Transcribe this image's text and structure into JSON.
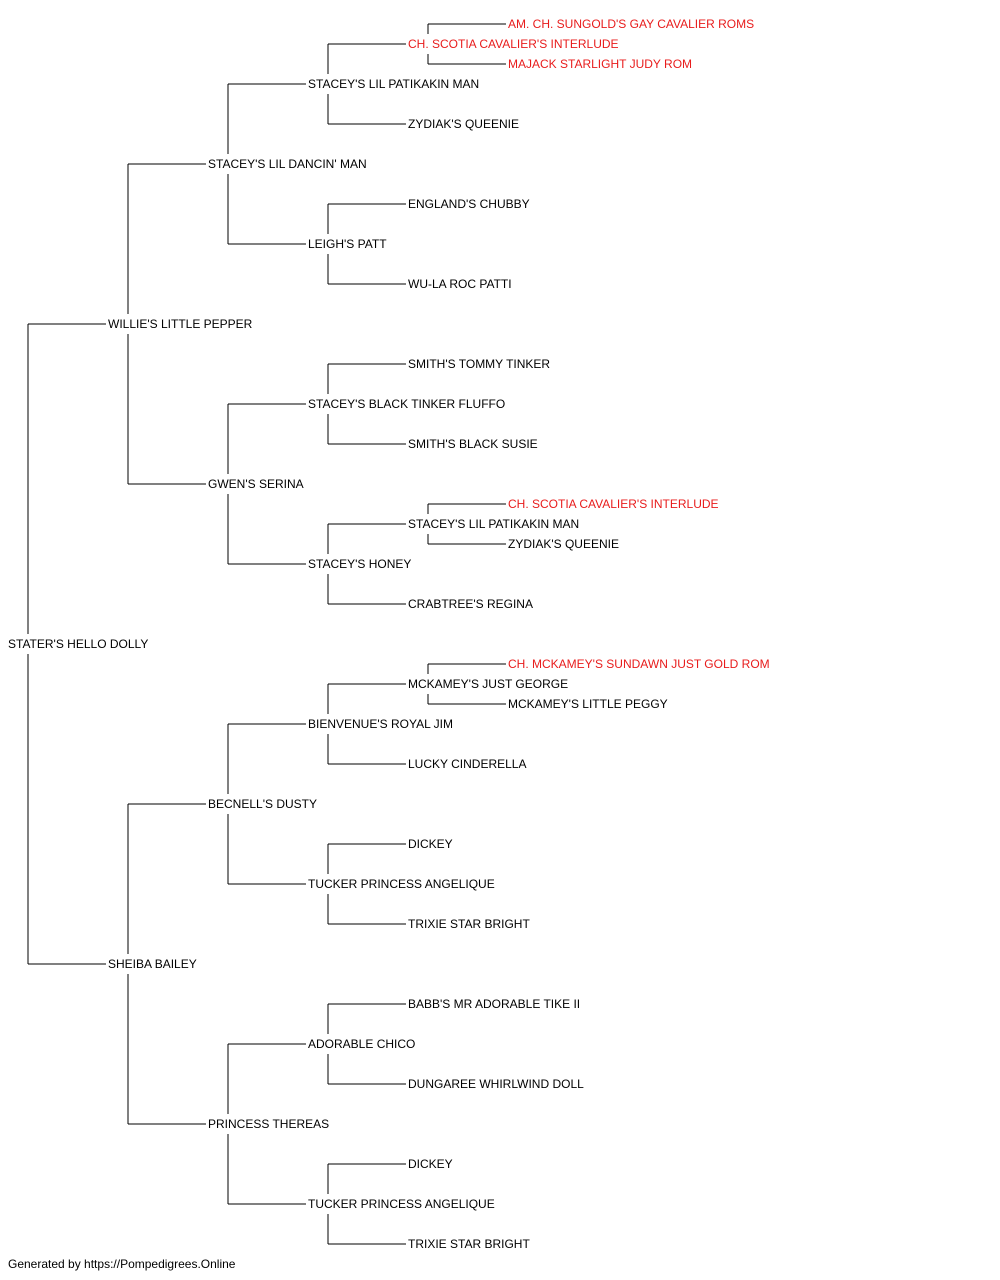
{
  "colors": {
    "champion": "#e81c1c",
    "text": "#000000",
    "line": "#000000"
  },
  "pedigree": {
    "name": "STATER'S HELLO DOLLY",
    "sire": {
      "name": "WILLIE'S LITTLE PEPPER",
      "sire": {
        "name": "STACEY'S LIL DANCIN' MAN",
        "sire": {
          "name": "STACEY'S LIL PATIKAKIN MAN",
          "sire": {
            "name": "CH. SCOTIA CAVALIER'S INTERLUDE",
            "champion": true,
            "sire": {
              "name": "AM. CH. SUNGOLD'S GAY CAVALIER ROMS",
              "champion": true
            },
            "dam": {
              "name": "MAJACK STARLIGHT JUDY ROM",
              "champion": true
            }
          },
          "dam": {
            "name": "ZYDIAK'S QUEENIE"
          }
        },
        "dam": {
          "name": "LEIGH'S PATT",
          "sire": {
            "name": "ENGLAND'S CHUBBY"
          },
          "dam": {
            "name": "WU-LA ROC PATTI"
          }
        }
      },
      "dam": {
        "name": "GWEN'S SERINA",
        "sire": {
          "name": "STACEY'S BLACK TINKER FLUFFO",
          "sire": {
            "name": "SMITH'S TOMMY TINKER"
          },
          "dam": {
            "name": "SMITH'S BLACK SUSIE"
          }
        },
        "dam": {
          "name": "STACEY'S HONEY",
          "sire": {
            "name": "STACEY'S LIL PATIKAKIN MAN",
            "sire": {
              "name": "CH. SCOTIA CAVALIER'S INTERLUDE",
              "champion": true
            },
            "dam": {
              "name": "ZYDIAK'S QUEENIE"
            }
          },
          "dam": {
            "name": "CRABTREE'S REGINA"
          }
        }
      }
    },
    "dam": {
      "name": "SHEIBA BAILEY",
      "sire": {
        "name": "BECNELL'S DUSTY",
        "sire": {
          "name": "BIENVENUE'S ROYAL JIM",
          "sire": {
            "name": "MCKAMEY'S JUST GEORGE",
            "sire": {
              "name": "CH. MCKAMEY'S SUNDAWN JUST GOLD ROM",
              "champion": true
            },
            "dam": {
              "name": "MCKAMEY'S LITTLE PEGGY"
            }
          },
          "dam": {
            "name": "LUCKY CINDERELLA"
          }
        },
        "dam": {
          "name": "TUCKER PRINCESS ANGELIQUE",
          "sire": {
            "name": "DICKEY"
          },
          "dam": {
            "name": "TRIXIE STAR BRIGHT"
          }
        }
      },
      "dam": {
        "name": "PRINCESS THEREAS",
        "sire": {
          "name": "ADORABLE CHICO",
          "sire": {
            "name": "BABB'S MR ADORABLE TIKE II"
          },
          "dam": {
            "name": "DUNGAREE WHIRLWIND DOLL"
          }
        },
        "dam": {
          "name": "TUCKER PRINCESS ANGELIQUE",
          "sire": {
            "name": "DICKEY"
          },
          "dam": {
            "name": "TRIXIE STAR BRIGHT"
          }
        }
      }
    }
  },
  "footer": {
    "text": "Generated by https://Pompedigrees.Online"
  }
}
